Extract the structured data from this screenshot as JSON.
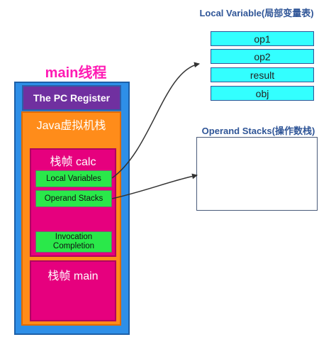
{
  "local_variable": {
    "title": "Local Variable(局部变量表)",
    "slots": [
      "op1",
      "op2",
      "result",
      "obj"
    ]
  },
  "operand_stacks": {
    "title": "Operand Stacks(操作数栈)"
  },
  "thread": {
    "title": "main线程",
    "pc_register": "The PC Register",
    "jvm_stack": "Java虚拟机栈",
    "frame_calc": {
      "label": "栈帧  calc",
      "local_variables": "Local Variables",
      "operand_stacks": "Operand Stacks",
      "invocation_completion": "Invocation Completion"
    },
    "frame_main": {
      "label": "栈帧  main"
    }
  },
  "colors": {
    "cyan_slot": "#33ffff",
    "title_blue": "#2f5597",
    "thread_blue": "#2e8fe8",
    "pc_purple": "#7030a0",
    "stack_orange": "#ff8c1a",
    "frame_magenta": "#e6007e",
    "green_box": "#2ae84a",
    "main_title_pink": "#ff1ab4"
  }
}
